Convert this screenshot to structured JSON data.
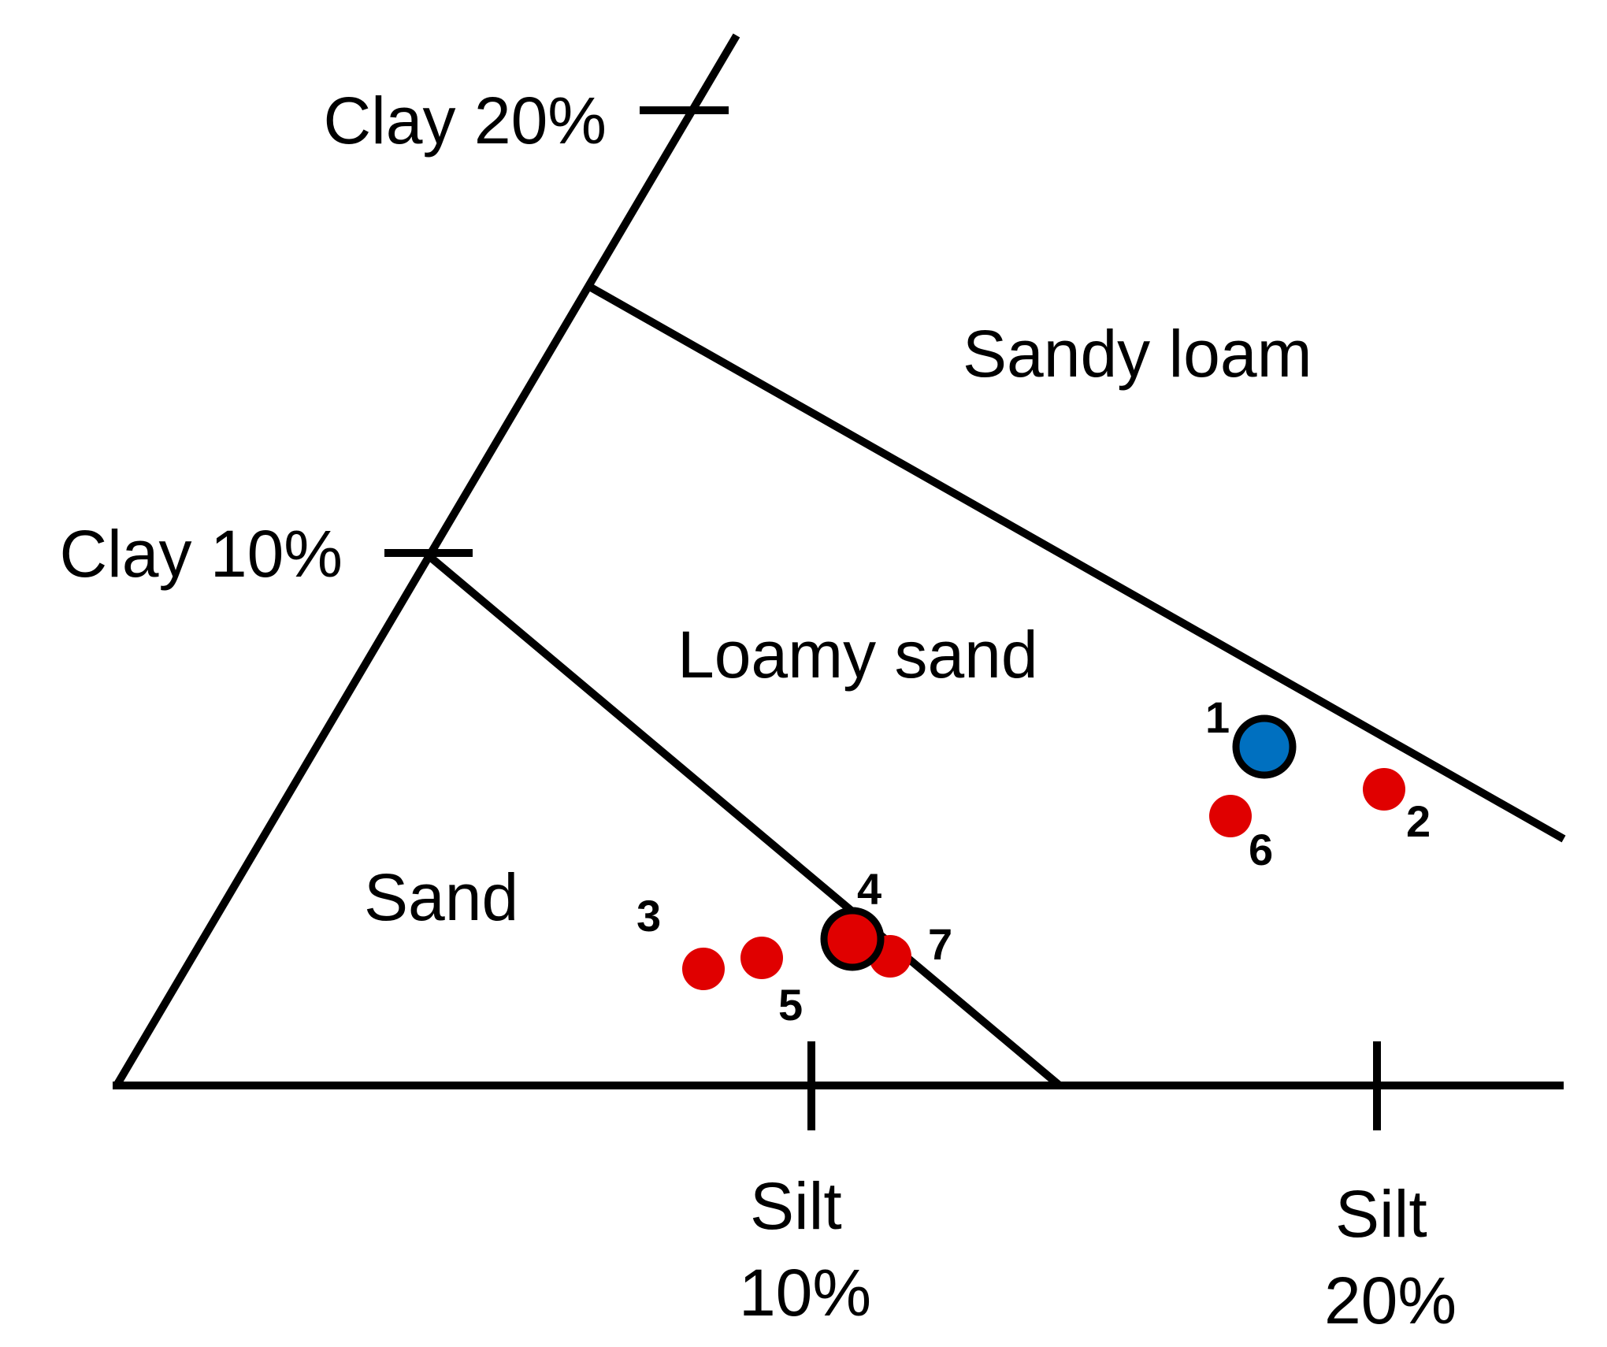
{
  "colors": {
    "line": "#000000",
    "sample_point": "#e00000",
    "reference_point": "#0070c0",
    "ring": "#000000"
  },
  "axis_ticks": {
    "clay_20": "Clay 20%",
    "clay_10": "Clay 10%",
    "silt_10": [
      "Silt",
      "10%"
    ],
    "silt_20": [
      "Silt",
      "20%"
    ]
  },
  "regions": {
    "sandy_loam": "Sandy loam",
    "loamy_sand": "Loamy sand",
    "sand": "Sand"
  },
  "points": [
    {
      "id": "1",
      "label": "1",
      "kind": "reference",
      "ringed": true
    },
    {
      "id": "2",
      "label": "2",
      "kind": "sample",
      "ringed": false
    },
    {
      "id": "3",
      "label": "3",
      "kind": "sample",
      "ringed": false
    },
    {
      "id": "4",
      "label": "4",
      "kind": "sample",
      "ringed": true
    },
    {
      "id": "5",
      "label": "5",
      "kind": "sample",
      "ringed": false
    },
    {
      "id": "6",
      "label": "6",
      "kind": "sample",
      "ringed": false
    },
    {
      "id": "7",
      "label": "7",
      "kind": "sample",
      "ringed": false
    }
  ]
}
